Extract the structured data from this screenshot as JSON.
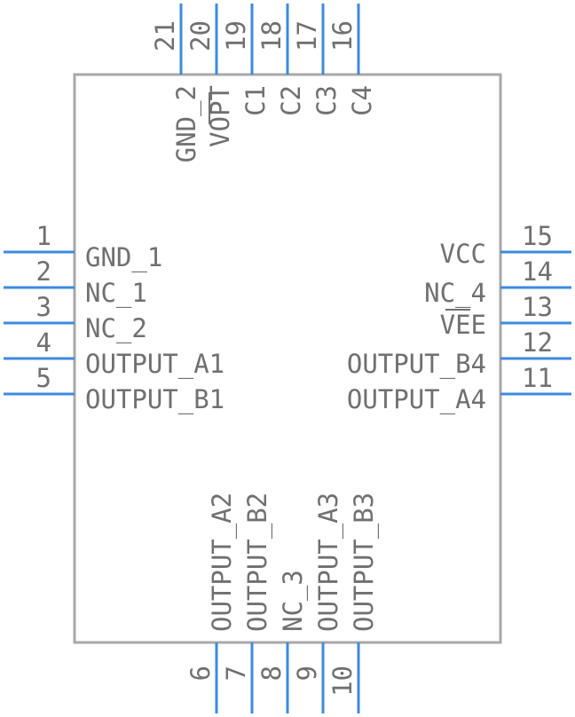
{
  "pins": {
    "p1": {
      "number": "1",
      "name": "GND_1"
    },
    "p2": {
      "number": "2",
      "name": "NC_1"
    },
    "p3": {
      "number": "3",
      "name": "NC_2"
    },
    "p4": {
      "number": "4",
      "name": "OUTPUT_A1"
    },
    "p5": {
      "number": "5",
      "name": "OUTPUT_B1"
    },
    "p6": {
      "number": "6",
      "name": "OUTPUT_A2"
    },
    "p7": {
      "number": "7",
      "name": "OUTPUT_B2"
    },
    "p8": {
      "number": "8",
      "name": "NC_3"
    },
    "p9": {
      "number": "9",
      "name": "OUTPUT_A3"
    },
    "p10": {
      "number": "10",
      "name": "OUTPUT_B3"
    },
    "p11": {
      "number": "11",
      "name": "OUTPUT_A4"
    },
    "p12": {
      "number": "12",
      "name": "OUTPUT_B4"
    },
    "p13": {
      "number": "13",
      "name": "VEE"
    },
    "p14": {
      "number": "14",
      "name": "NC_4"
    },
    "p15": {
      "number": "15",
      "name": "VCC"
    },
    "p16": {
      "number": "16",
      "name": "C4"
    },
    "p17": {
      "number": "17",
      "name": "C3"
    },
    "p18": {
      "number": "18",
      "name": "C2"
    },
    "p19": {
      "number": "19",
      "name": "C1"
    },
    "p20": {
      "number": "20",
      "name": "VOPT"
    },
    "p21": {
      "number": "21",
      "name": "GND_2"
    }
  },
  "colors": {
    "pin": "#3c8ae0",
    "body_outline": "#a8a8a8",
    "text": "#707070",
    "background": "#ffffff"
  }
}
